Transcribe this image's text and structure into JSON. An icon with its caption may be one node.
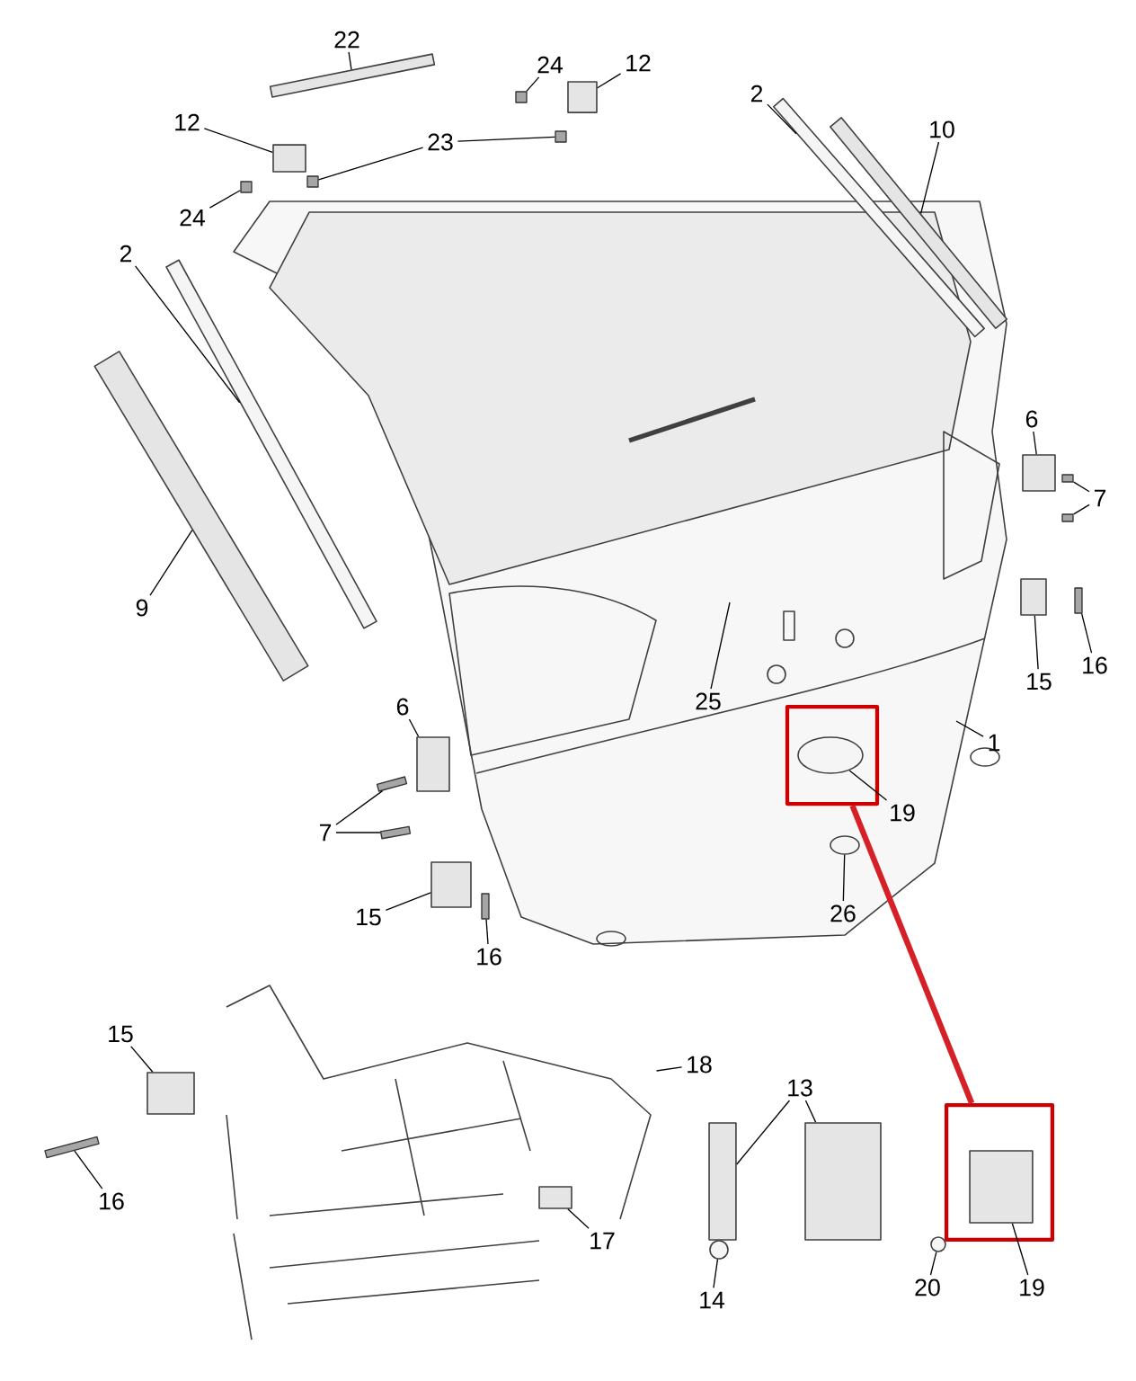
{
  "diagram": {
    "nodes": [
      {
        "text": [
          "22"
        ]
      },
      {
        "text": [
          "24"
        ]
      },
      {
        "text": [
          "12"
        ]
      },
      {
        "text": [
          "2"
        ]
      },
      {
        "text": [
          "10"
        ]
      },
      {
        "text": [
          "12"
        ]
      },
      {
        "text": [
          "23"
        ]
      },
      {
        "text": [
          "24"
        ]
      },
      {
        "text": [
          "2"
        ]
      },
      {
        "text": [
          "6"
        ]
      },
      {
        "text": [
          "7"
        ]
      },
      {
        "text": [
          "9"
        ]
      },
      {
        "text": [
          "15"
        ]
      },
      {
        "text": [
          "16"
        ]
      },
      {
        "text": [
          "25"
        ]
      },
      {
        "text": [
          "6"
        ]
      },
      {
        "text": [
          "1"
        ]
      },
      {
        "text": [
          "19"
        ]
      },
      {
        "text": [
          "7"
        ]
      },
      {
        "text": [
          "15"
        ]
      },
      {
        "text": [
          "16"
        ]
      },
      {
        "text": [
          "26"
        ]
      },
      {
        "text": [
          "15"
        ]
      },
      {
        "text": [
          "18"
        ]
      },
      {
        "text": [
          "13"
        ]
      },
      {
        "text": [
          "16"
        ]
      },
      {
        "text": [
          "17"
        ]
      },
      {
        "text": [
          "14"
        ]
      },
      {
        "text": [
          "20"
        ]
      },
      {
        "text": [
          "19"
        ]
      },
      {
        "text": [],
        "shape": "box"
      },
      {
        "text": [],
        "shape": "box"
      },
      {
        "text": [],
        "shape": "bar"
      },
      {
        "text": [],
        "shape": "box"
      },
      {
        "text": [],
        "shape": "box"
      },
      {
        "text": [],
        "shape": "bar"
      },
      {
        "text": [],
        "shape": "bar"
      },
      {
        "text": [],
        "shape": "bar"
      },
      {
        "text": [],
        "shape": "bar"
      },
      {
        "text": [],
        "shape": "box"
      },
      {
        "text": [],
        "shape": "box"
      },
      {
        "text": [],
        "shape": "box"
      },
      {
        "text": [],
        "shape": "box"
      },
      {
        "text": [],
        "shape": "box"
      },
      {
        "text": [],
        "shape": "box"
      },
      {
        "text": [],
        "shape": "box"
      },
      {
        "text": [],
        "shape": "picture"
      },
      {
        "text": [],
        "shape": "box",
        "in": 46
      },
      {
        "text": [],
        "shape": "circle"
      },
      {
        "text": [],
        "shape": "circle"
      },
      {
        "text": [],
        "shape": "box",
        "in": 31
      },
      {
        "text": [],
        "shape": "ellipse",
        "in": 30
      },
      {
        "text": [],
        "shape": "screw"
      },
      {
        "text": [],
        "shape": "screw"
      },
      {
        "text": [],
        "shape": "screw"
      },
      {
        "text": [],
        "shape": "screw"
      },
      {
        "text": [],
        "shape": "screw"
      },
      {
        "text": [],
        "shape": "screw"
      },
      {
        "text": [],
        "shape": "screw"
      },
      {
        "text": [],
        "shape": "box"
      },
      {
        "text": [],
        "shape": "box"
      },
      {
        "text": [],
        "shape": "box"
      },
      {
        "text": [],
        "shape": "box"
      },
      {
        "text": [],
        "shape": "ellipse"
      }
    ],
    "edges": [
      {
        "from": 0,
        "to": 32,
        "arrow": "none"
      },
      {
        "from": 1,
        "to": 59,
        "arrow": "none"
      },
      {
        "from": 2,
        "to": 34,
        "arrow": "none"
      },
      {
        "from": 3,
        "to": 35,
        "arrow": "none"
      },
      {
        "from": 4,
        "to": 36,
        "arrow": "none"
      },
      {
        "from": 5,
        "to": 33,
        "arrow": "none"
      },
      {
        "from": 6,
        "to": 61,
        "arrow": "none"
      },
      {
        "from": 6,
        "to": 62,
        "arrow": "none"
      },
      {
        "from": 7,
        "to": 60,
        "arrow": "none"
      },
      {
        "from": 8,
        "to": 37,
        "arrow": "none"
      },
      {
        "from": 9,
        "to": 39,
        "arrow": "none"
      },
      {
        "from": 10,
        "to": 54,
        "arrow": "none"
      },
      {
        "from": 10,
        "to": 55,
        "arrow": "none"
      },
      {
        "from": 11,
        "to": 38,
        "arrow": "none"
      },
      {
        "from": 12,
        "to": 40,
        "arrow": "none"
      },
      {
        "from": 13,
        "to": 56,
        "arrow": "none"
      },
      {
        "from": 14,
        "to": null,
        "arrow": "none"
      },
      {
        "from": 15,
        "to": 41,
        "arrow": "none"
      },
      {
        "from": 16,
        "to": null,
        "arrow": "none"
      },
      {
        "from": 17,
        "to": 51,
        "arrow": "none"
      },
      {
        "from": 18,
        "to": 52,
        "arrow": "none"
      },
      {
        "from": 18,
        "to": 53,
        "arrow": "none"
      },
      {
        "from": 19,
        "to": 42,
        "arrow": "none"
      },
      {
        "from": 20,
        "to": 57,
        "arrow": "none"
      },
      {
        "from": 21,
        "to": 63,
        "arrow": "none"
      },
      {
        "from": 22,
        "to": 43,
        "arrow": "none"
      },
      {
        "from": 23,
        "to": 46,
        "arrow": "none"
      },
      {
        "from": 24,
        "to": 44,
        "arrow": "none"
      },
      {
        "from": 24,
        "to": 45,
        "arrow": "none"
      },
      {
        "from": 25,
        "to": 58,
        "arrow": "none"
      },
      {
        "from": 26,
        "to": 47,
        "arrow": "none"
      },
      {
        "from": 27,
        "to": 48,
        "arrow": "none"
      },
      {
        "from": 28,
        "to": 49,
        "arrow": "none"
      },
      {
        "from": 29,
        "to": 50,
        "arrow": "none"
      },
      {
        "from": 30,
        "to": 31,
        "arrow": "none",
        "style": "thick",
        "color": "#d62027"
      }
    ]
  }
}
